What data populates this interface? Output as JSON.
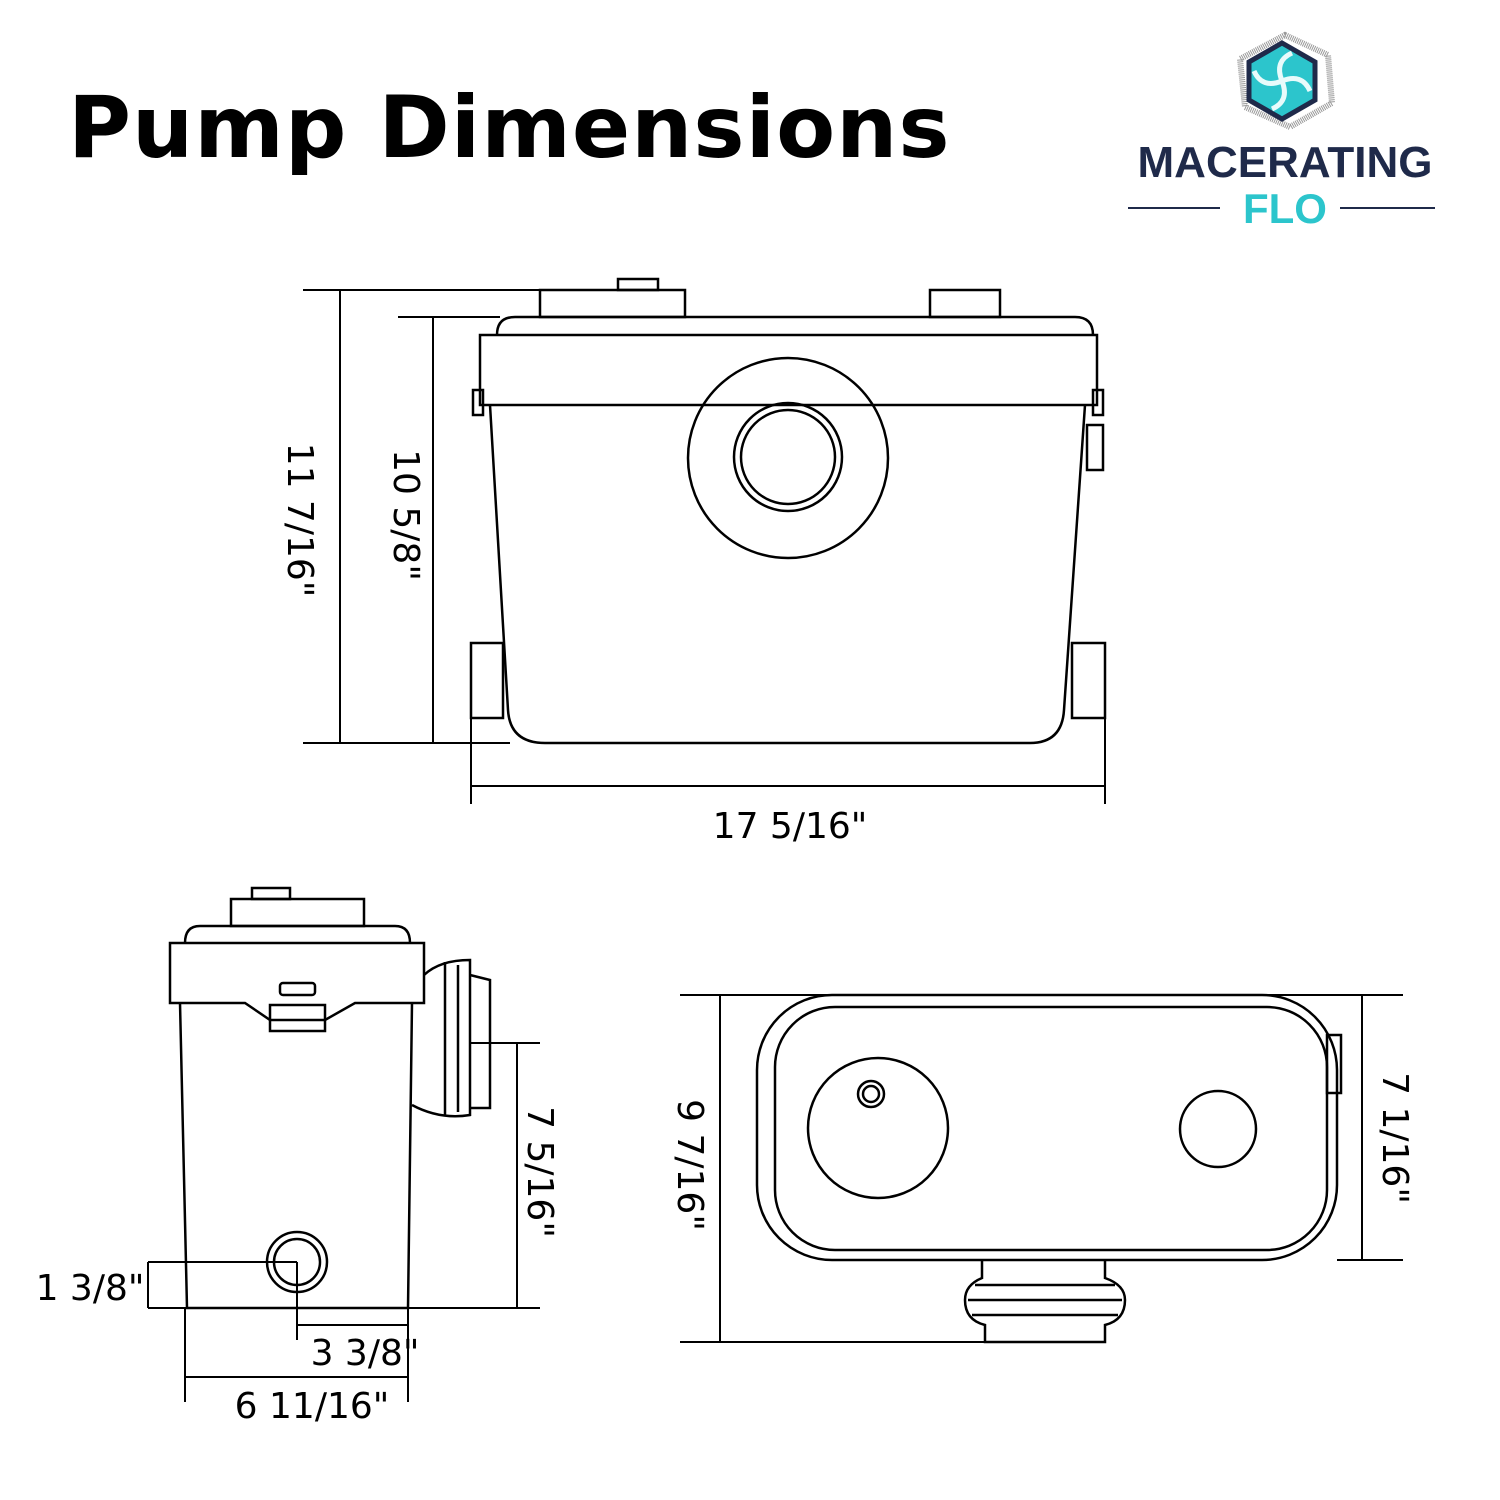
{
  "title": "Pump Dimensions",
  "logo": {
    "line1": "MACERATING",
    "line2": "FLO",
    "navy": "#1f2a4a",
    "teal": "#2cc5cc"
  },
  "front_view": {
    "height_overall": "11 7/16\"",
    "height_body": "10 5/8\"",
    "width": "17 5/16\""
  },
  "side_view": {
    "outlet_height": "7 5/16\"",
    "inlet_height": "1 3/8\"",
    "inlet_offset": "3 3/8\"",
    "depth": "6 11/16\""
  },
  "top_view": {
    "depth_overall": "9 7/16\"",
    "depth_body": "7 1/16\""
  }
}
